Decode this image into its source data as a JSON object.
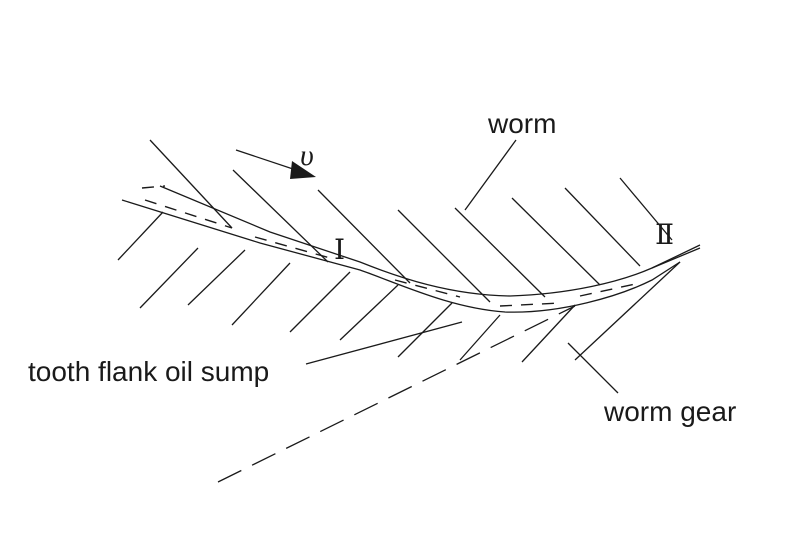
{
  "labels": {
    "worm": "worm",
    "worm_gear": "worm gear",
    "oil_sump": "tooth flank oil sump",
    "velocity": "υ",
    "point_one": "Ⅰ",
    "point_two": "Ⅱ"
  }
}
